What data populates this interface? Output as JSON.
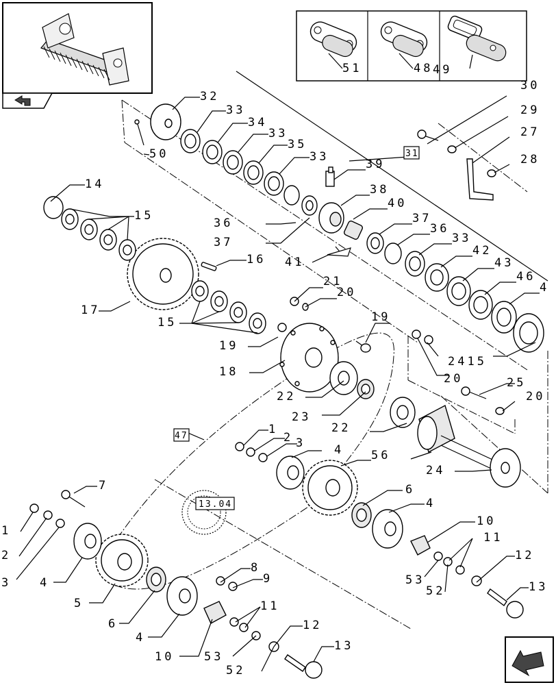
{
  "callouts": {
    "c1": "1",
    "c2": "2",
    "c3": "3",
    "c4": "4",
    "c5": "5",
    "c6": "6",
    "c7": "7",
    "c8": "8",
    "c9": "9",
    "c10": "10",
    "c11": "11",
    "c12": "12",
    "c13": "13",
    "c14": "14",
    "c15": "15",
    "c16": "16",
    "c17": "17",
    "c18": "18",
    "c19": "19",
    "c20": "20",
    "c21": "21",
    "c22": "22",
    "c23": "23",
    "c24": "24",
    "c2415": "2415",
    "c25": "25",
    "c27": "27",
    "c28": "28",
    "c29": "29",
    "c30": "30",
    "c32": "32",
    "c33": "33",
    "c34": "34",
    "c35": "35",
    "c36": "36",
    "c37": "37",
    "c38": "38",
    "c39": "39",
    "c40": "40",
    "c41": "41",
    "c42": "42",
    "c43": "43",
    "c44": "4",
    "c46": "46",
    "c47": "47",
    "c48": "48",
    "c49": "49",
    "c50": "50",
    "c51": "51",
    "c52": "52",
    "c53": "53",
    "c56": "56",
    "ref31": "31",
    "ref1304": "13.04"
  },
  "icons": {
    "overview": "machine-overview-thumbnail",
    "back": "back-arrow-icon",
    "next": "next-page-arrow-icon"
  }
}
